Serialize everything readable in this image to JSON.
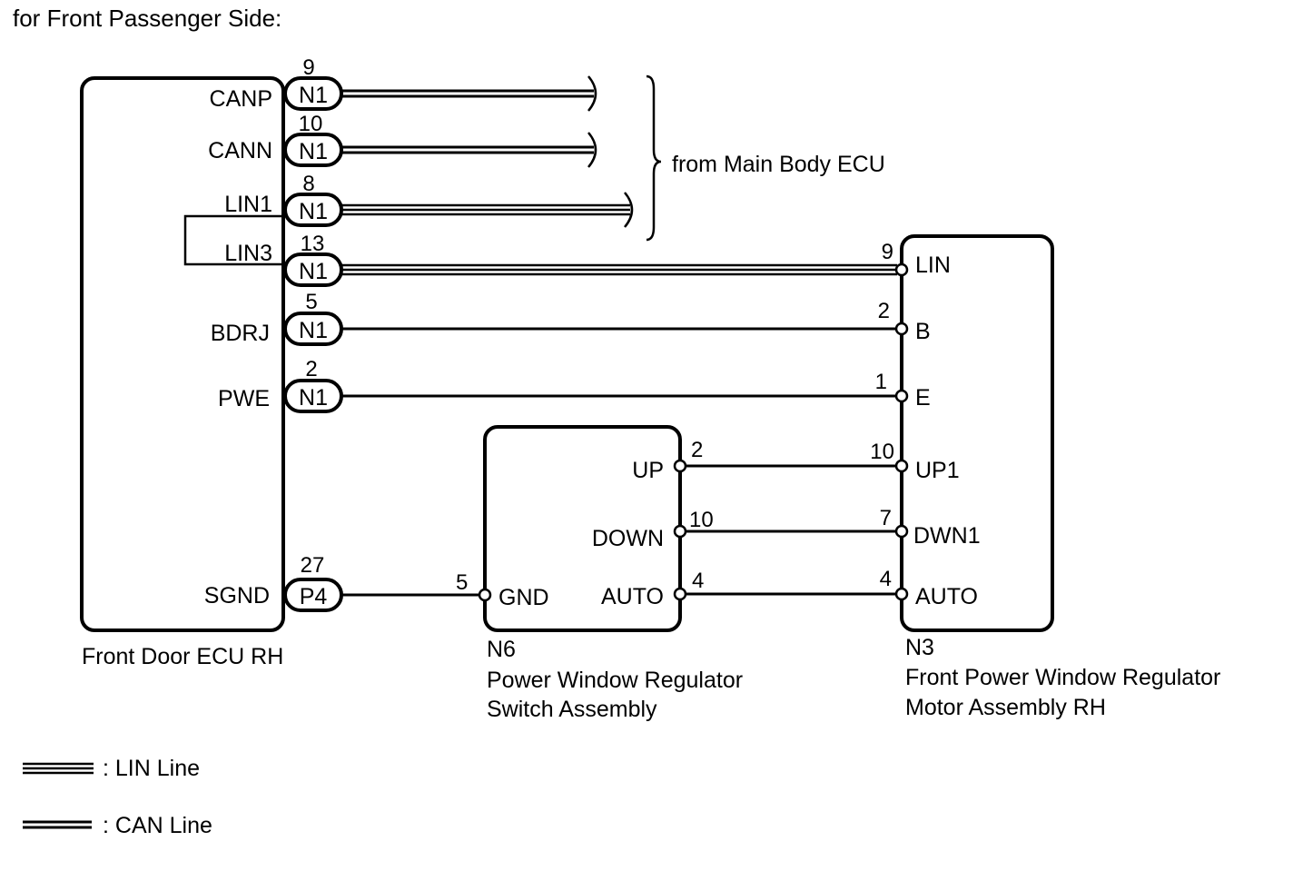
{
  "heading": "for Front Passenger Side:",
  "ecu_rh": {
    "caption": "Front Door ECU RH",
    "terminals": {
      "canp": {
        "label": "CANP",
        "connector": "N1",
        "pin": "9"
      },
      "cann": {
        "label": "CANN",
        "connector": "N1",
        "pin": "10"
      },
      "lin1": {
        "label": "LIN1",
        "connector": "N1",
        "pin": "8"
      },
      "lin3": {
        "label": "LIN3",
        "connector": "N1",
        "pin": "13"
      },
      "bdrj": {
        "label": "BDRJ",
        "connector": "N1",
        "pin": "5"
      },
      "pwe": {
        "label": "PWE",
        "connector": "N1",
        "pin": "2"
      },
      "sgnd": {
        "label": "SGND",
        "connector": "P4",
        "pin": "27"
      }
    }
  },
  "main_body_ecu": {
    "label": "from Main Body ECU"
  },
  "switch_n6": {
    "code": "N6",
    "name_line1": "Power Window Regulator",
    "name_line2": "Switch Assembly",
    "terminals": {
      "up": {
        "label": "UP",
        "pin": "2"
      },
      "down": {
        "label": "DOWN",
        "pin": "10"
      },
      "auto": {
        "label": "AUTO",
        "pin": "4"
      },
      "gnd": {
        "label": "GND",
        "pin": "5"
      }
    }
  },
  "motor_n3": {
    "code": "N3",
    "name_line1": "Front Power Window Regulator",
    "name_line2": "Motor Assembly RH",
    "terminals": {
      "lin": {
        "label": "LIN",
        "pin": "9"
      },
      "b": {
        "label": "B",
        "pin": "2"
      },
      "e": {
        "label": "E",
        "pin": "1"
      },
      "up1": {
        "label": "UP1",
        "pin": "10"
      },
      "dwn1": {
        "label": "DWN1",
        "pin": "7"
      },
      "auto": {
        "label": "AUTO",
        "pin": "4"
      }
    }
  },
  "legend": {
    "lin_line": ": LIN Line",
    "can_line": ": CAN Line"
  }
}
